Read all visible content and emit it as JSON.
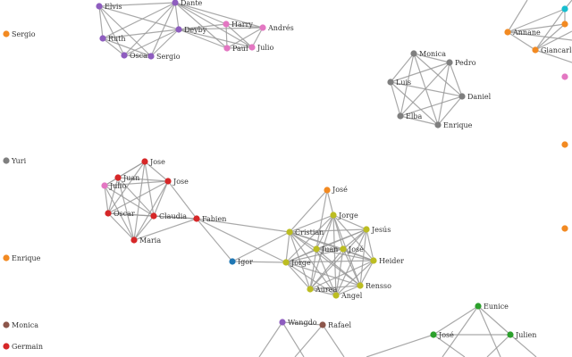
{
  "colors": {
    "purple": "#8e5dbf",
    "pink": "#e377c2",
    "orange": "#f28a22",
    "gray": "#7f7f7f",
    "red": "#d62728",
    "blue": "#1f77b4",
    "olive": "#bcbd22",
    "brown": "#8c564b",
    "green": "#2ca02c",
    "cyan": "#17becf",
    "edge": "#9a9a9a"
  },
  "nodes": [
    {
      "id": "elvis",
      "label": "Elvis",
      "group": "purple"
    },
    {
      "id": "dante",
      "label": "Dante",
      "group": "purple"
    },
    {
      "id": "deyby",
      "label": "Deyby",
      "group": "purple"
    },
    {
      "id": "ruth",
      "label": "Ruth",
      "group": "purple"
    },
    {
      "id": "oscar1",
      "label": "Oscar",
      "group": "purple"
    },
    {
      "id": "sergio1",
      "label": "Sergio",
      "group": "purple"
    },
    {
      "id": "harry",
      "label": "Harry",
      "group": "pink"
    },
    {
      "id": "andres",
      "label": "Andrés",
      "group": "pink"
    },
    {
      "id": "paul",
      "label": "Paul",
      "group": "pink"
    },
    {
      "id": "julio1",
      "label": "Julio",
      "group": "pink"
    },
    {
      "id": "sergio2",
      "label": "Sergio",
      "group": "orange"
    },
    {
      "id": "monica1",
      "label": "Monica",
      "group": "gray"
    },
    {
      "id": "pedro",
      "label": "Pedro",
      "group": "gray"
    },
    {
      "id": "luis",
      "label": "Luis",
      "group": "gray"
    },
    {
      "id": "daniel",
      "label": "Daniel",
      "group": "gray"
    },
    {
      "id": "elba",
      "label": "Elba",
      "group": "gray"
    },
    {
      "id": "enrique1",
      "label": "Enrique",
      "group": "gray"
    },
    {
      "id": "annane",
      "label": "Annane",
      "group": "orange"
    },
    {
      "id": "giancarlo",
      "label": "Giancarlo",
      "group": "orange"
    },
    {
      "id": "yuri",
      "label": "Yuri",
      "group": "gray"
    },
    {
      "id": "jose1",
      "label": "Jose",
      "group": "red"
    },
    {
      "id": "juan1",
      "label": "Juan",
      "group": "red"
    },
    {
      "id": "jose2",
      "label": "Jose",
      "group": "red"
    },
    {
      "id": "julio2",
      "label": "Julio",
      "group": "pink"
    },
    {
      "id": "oscar2",
      "label": "Oscar",
      "group": "red"
    },
    {
      "id": "claudia",
      "label": "Claudia",
      "group": "red"
    },
    {
      "id": "fabien",
      "label": "Fabien",
      "group": "red"
    },
    {
      "id": "maria",
      "label": "Maria",
      "group": "red"
    },
    {
      "id": "igor",
      "label": "Igor",
      "group": "blue"
    },
    {
      "id": "jose3",
      "label": "José",
      "group": "orange"
    },
    {
      "id": "jorge1",
      "label": "Jorge",
      "group": "olive"
    },
    {
      "id": "cristian",
      "label": "Cristian",
      "group": "olive"
    },
    {
      "id": "jesus",
      "label": "Jesús",
      "group": "olive"
    },
    {
      "id": "juan2",
      "label": "Juan",
      "group": "olive"
    },
    {
      "id": "jose4",
      "label": "José",
      "group": "olive"
    },
    {
      "id": "jorge2",
      "label": "Jorge",
      "group": "olive"
    },
    {
      "id": "heider",
      "label": "Heider",
      "group": "olive"
    },
    {
      "id": "aurea",
      "label": "Aurea",
      "group": "olive"
    },
    {
      "id": "rensso",
      "label": "Rensso",
      "group": "olive"
    },
    {
      "id": "angel",
      "label": "Angel",
      "group": "olive"
    },
    {
      "id": "enrique2",
      "label": "Enrique",
      "group": "orange"
    },
    {
      "id": "monica2",
      "label": "Monica",
      "group": "brown"
    },
    {
      "id": "germain",
      "label": "Germain",
      "group": "red"
    },
    {
      "id": "wangdo",
      "label": "Wangdo",
      "group": "purple"
    },
    {
      "id": "rafael",
      "label": "Rafael",
      "group": "brown"
    },
    {
      "id": "eunice",
      "label": "Eunice",
      "group": "green"
    },
    {
      "id": "jose5",
      "label": "José",
      "group": "green"
    },
    {
      "id": "julien",
      "label": "Julien",
      "group": "green"
    },
    {
      "id": "edge_tr1",
      "label": "",
      "group": "cyan"
    },
    {
      "id": "edge_tr2",
      "label": "",
      "group": "orange"
    },
    {
      "id": "edge_tr3",
      "label": "",
      "group": "pink"
    },
    {
      "id": "edge_r1",
      "label": "",
      "group": "orange"
    },
    {
      "id": "edge_r2",
      "label": "",
      "group": "orange"
    }
  ],
  "edges": [
    [
      "elvis",
      "dante"
    ],
    [
      "elvis",
      "deyby"
    ],
    [
      "elvis",
      "ruth"
    ],
    [
      "elvis",
      "oscar1"
    ],
    [
      "elvis",
      "sergio1"
    ],
    [
      "dante",
      "deyby"
    ],
    [
      "dante",
      "ruth"
    ],
    [
      "dante",
      "oscar1"
    ],
    [
      "dante",
      "sergio1"
    ],
    [
      "dante",
      "harry"
    ],
    [
      "dante",
      "andres"
    ],
    [
      "dante",
      "paul"
    ],
    [
      "dante",
      "julio1"
    ],
    [
      "deyby",
      "ruth"
    ],
    [
      "deyby",
      "oscar1"
    ],
    [
      "deyby",
      "sergio1"
    ],
    [
      "deyby",
      "harry"
    ],
    [
      "deyby",
      "andres"
    ],
    [
      "deyby",
      "paul"
    ],
    [
      "deyby",
      "julio1"
    ],
    [
      "ruth",
      "oscar1"
    ],
    [
      "ruth",
      "sergio1"
    ],
    [
      "oscar1",
      "sergio1"
    ],
    [
      "harry",
      "andres"
    ],
    [
      "harry",
      "paul"
    ],
    [
      "harry",
      "julio1"
    ],
    [
      "andres",
      "paul"
    ],
    [
      "andres",
      "julio1"
    ],
    [
      "paul",
      "julio1"
    ],
    [
      "monica1",
      "pedro"
    ],
    [
      "monica1",
      "luis"
    ],
    [
      "monica1",
      "daniel"
    ],
    [
      "monica1",
      "elba"
    ],
    [
      "monica1",
      "enrique1"
    ],
    [
      "pedro",
      "luis"
    ],
    [
      "pedro",
      "daniel"
    ],
    [
      "pedro",
      "elba"
    ],
    [
      "pedro",
      "enrique1"
    ],
    [
      "luis",
      "daniel"
    ],
    [
      "luis",
      "elba"
    ],
    [
      "luis",
      "enrique1"
    ],
    [
      "daniel",
      "elba"
    ],
    [
      "daniel",
      "enrique1"
    ],
    [
      "elba",
      "enrique1"
    ],
    [
      "annane",
      "giancarlo"
    ],
    [
      "annane",
      "edge_tr1"
    ],
    [
      "annane",
      "edge_tr2"
    ],
    [
      "giancarlo",
      "edge_tr1"
    ],
    [
      "giancarlo",
      "edge_tr2"
    ],
    [
      "edge_tr1",
      "edge_tr2"
    ],
    [
      "jose1",
      "juan1"
    ],
    [
      "jose1",
      "jose2"
    ],
    [
      "jose1",
      "julio2"
    ],
    [
      "jose1",
      "oscar2"
    ],
    [
      "jose1",
      "claudia"
    ],
    [
      "jose1",
      "maria"
    ],
    [
      "juan1",
      "jose2"
    ],
    [
      "juan1",
      "julio2"
    ],
    [
      "juan1",
      "oscar2"
    ],
    [
      "juan1",
      "claudia"
    ],
    [
      "juan1",
      "maria"
    ],
    [
      "jose2",
      "julio2"
    ],
    [
      "jose2",
      "oscar2"
    ],
    [
      "jose2",
      "claudia"
    ],
    [
      "jose2",
      "fabien"
    ],
    [
      "jose2",
      "maria"
    ],
    [
      "julio2",
      "oscar2"
    ],
    [
      "julio2",
      "claudia"
    ],
    [
      "julio2",
      "maria"
    ],
    [
      "oscar2",
      "claudia"
    ],
    [
      "oscar2",
      "maria"
    ],
    [
      "oscar2",
      "fabien"
    ],
    [
      "claudia",
      "fabien"
    ],
    [
      "claudia",
      "maria"
    ],
    [
      "maria",
      "fabien"
    ],
    [
      "fabien",
      "cristian"
    ],
    [
      "fabien",
      "igor"
    ],
    [
      "fabien",
      "jorge2"
    ],
    [
      "igor",
      "cristian"
    ],
    [
      "igor",
      "jorge2"
    ],
    [
      "jose3",
      "jorge1"
    ],
    [
      "jose3",
      "cristian"
    ],
    [
      "jose3",
      "juan2"
    ],
    [
      "jorge1",
      "cristian"
    ],
    [
      "jorge1",
      "jesus"
    ],
    [
      "jorge1",
      "juan2"
    ],
    [
      "jorge1",
      "jose4"
    ],
    [
      "jorge1",
      "jorge2"
    ],
    [
      "jorge1",
      "heider"
    ],
    [
      "jorge1",
      "aurea"
    ],
    [
      "jorge1",
      "rensso"
    ],
    [
      "jorge1",
      "angel"
    ],
    [
      "cristian",
      "jesus"
    ],
    [
      "cristian",
      "juan2"
    ],
    [
      "cristian",
      "jose4"
    ],
    [
      "cristian",
      "jorge2"
    ],
    [
      "cristian",
      "heider"
    ],
    [
      "cristian",
      "aurea"
    ],
    [
      "cristian",
      "rensso"
    ],
    [
      "cristian",
      "angel"
    ],
    [
      "jesus",
      "juan2"
    ],
    [
      "jesus",
      "jose4"
    ],
    [
      "jesus",
      "jorge2"
    ],
    [
      "jesus",
      "heider"
    ],
    [
      "jesus",
      "aurea"
    ],
    [
      "jesus",
      "rensso"
    ],
    [
      "jesus",
      "angel"
    ],
    [
      "juan2",
      "jose4"
    ],
    [
      "juan2",
      "jorge2"
    ],
    [
      "juan2",
      "heider"
    ],
    [
      "juan2",
      "aurea"
    ],
    [
      "juan2",
      "rensso"
    ],
    [
      "juan2",
      "angel"
    ],
    [
      "jose4",
      "jorge2"
    ],
    [
      "jose4",
      "heider"
    ],
    [
      "jose4",
      "aurea"
    ],
    [
      "jose4",
      "rensso"
    ],
    [
      "jose4",
      "angel"
    ],
    [
      "jorge2",
      "heider"
    ],
    [
      "jorge2",
      "aurea"
    ],
    [
      "jorge2",
      "rensso"
    ],
    [
      "jorge2",
      "angel"
    ],
    [
      "heider",
      "aurea"
    ],
    [
      "heider",
      "rensso"
    ],
    [
      "heider",
      "angel"
    ],
    [
      "aurea",
      "rensso"
    ],
    [
      "aurea",
      "angel"
    ],
    [
      "rensso",
      "angel"
    ],
    [
      "wangdo",
      "rafael"
    ],
    [
      "eunice",
      "jose5"
    ],
    [
      "eunice",
      "julien"
    ],
    [
      "jose5",
      "julien"
    ]
  ]
}
